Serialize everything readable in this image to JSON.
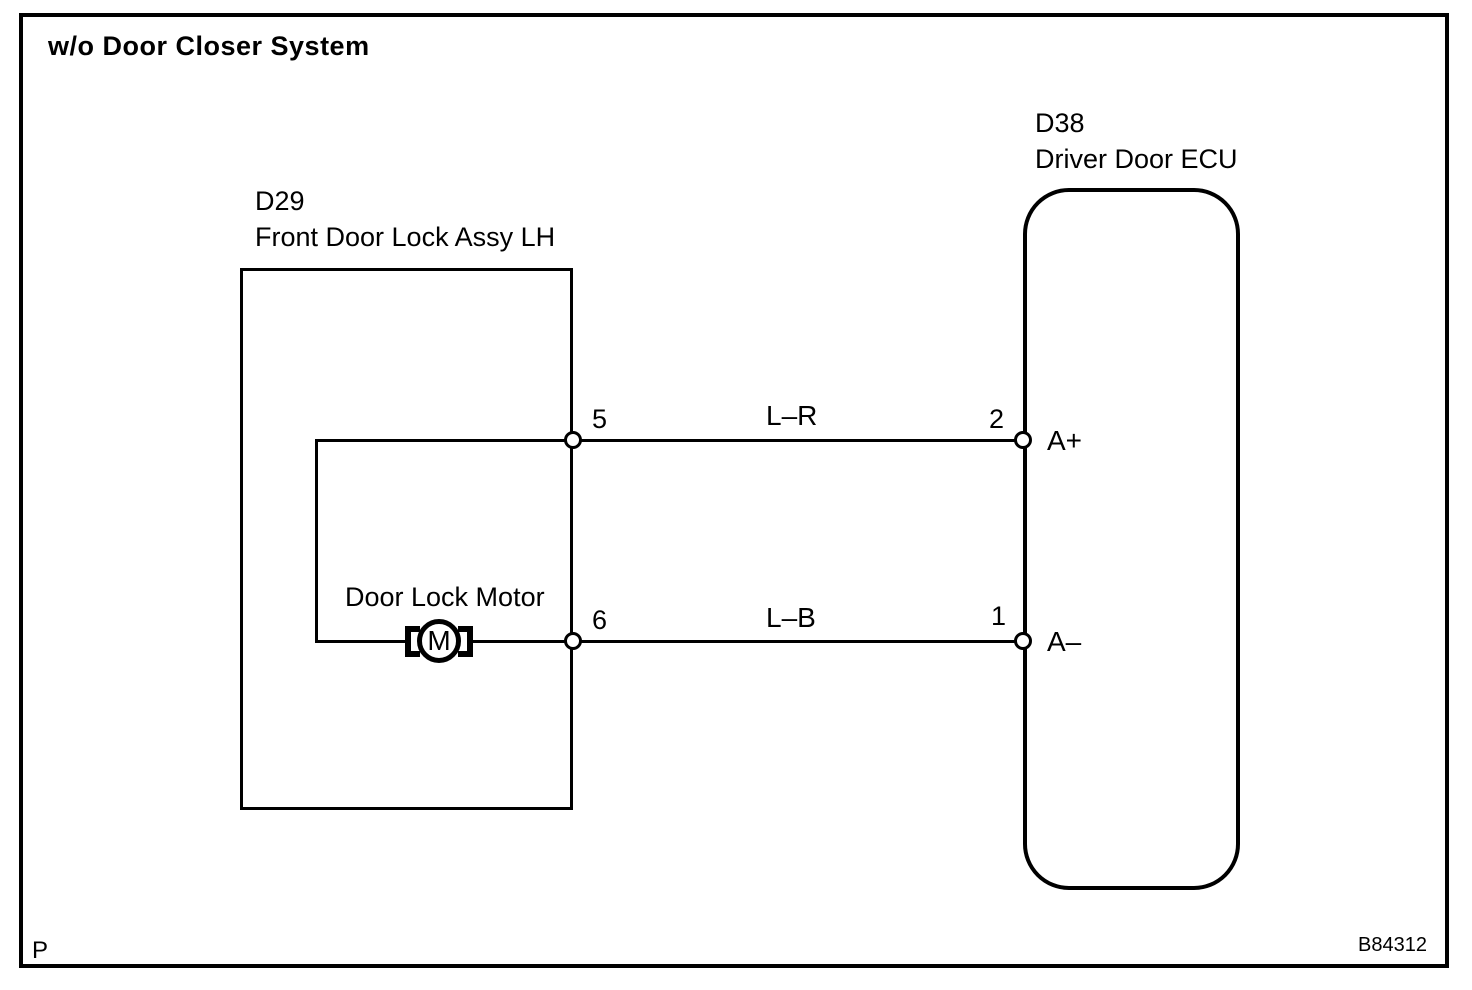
{
  "diagram": {
    "title": "w/o Door Closer System",
    "footer_left": "P",
    "figure_number": "B84312",
    "colors": {
      "line": "#000000",
      "background": "#ffffff"
    },
    "components": {
      "d29": {
        "id": "D29",
        "name": "Front Door Lock Assy LH",
        "motor_label": "Door Lock Motor",
        "motor_symbol": "M"
      },
      "d38": {
        "id": "D38",
        "name": "Driver Door ECU"
      }
    },
    "wires": [
      {
        "from_pin": "5",
        "to_pin": "2",
        "color_code": "L–R",
        "to_terminal": "A+"
      },
      {
        "from_pin": "6",
        "to_pin": "1",
        "color_code": "L–B",
        "to_terminal": "A–"
      }
    ]
  }
}
